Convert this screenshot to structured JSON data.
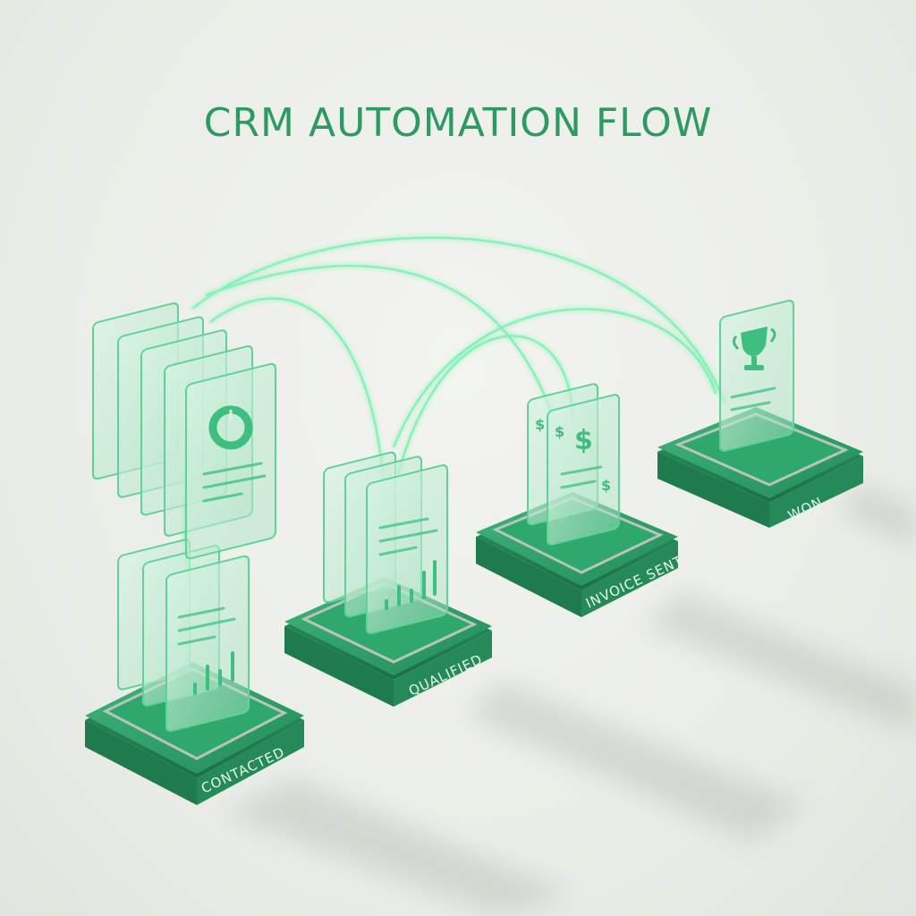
{
  "title": "CRM AUTOMATION FLOW",
  "stages": [
    {
      "label": "CONTACTED"
    },
    {
      "label": "QUALIFIED"
    },
    {
      "label": "INVOICE SENT"
    },
    {
      "label": "WON"
    }
  ],
  "icons": {
    "contacted_top": "donut-chart-icon",
    "contacted_bottom": "bar-chart-icon",
    "qualified": "bar-chart-icon",
    "invoice": "dollar-icon",
    "won": "trophy-icon"
  },
  "colors": {
    "accent": "#2d9a63",
    "platform": "#2e9e68",
    "platform_dark": "#1f7a4d",
    "glow": "#6ef0a8",
    "background": "#eceee9"
  }
}
